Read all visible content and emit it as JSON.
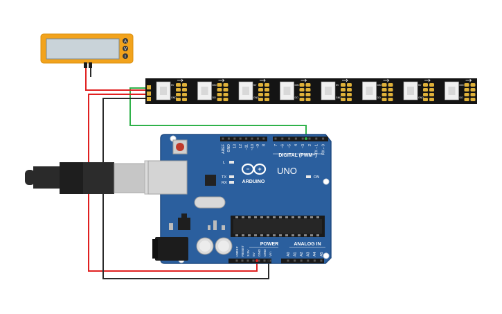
{
  "board": {
    "brand": "ARDUINO",
    "model": "UNO",
    "on_label": "ON",
    "l_label": "L",
    "tx_label": "TX",
    "rx_label": "RX",
    "digital_label": "DIGITAL (PWM~)",
    "power_label": "POWER",
    "analog_label": "ANALOG IN",
    "digital_pins": [
      "AREF",
      "GND",
      "13",
      "12",
      "~11",
      "~10",
      "~9",
      "8",
      "7",
      "~6",
      "~5",
      "4",
      "~3",
      "2",
      "TX→1",
      "RX←0"
    ],
    "power_pins": [
      "IOREF",
      "RESET",
      "3.3V",
      "5V",
      "GND",
      "GND",
      "Vin"
    ],
    "analog_pins": [
      "A0",
      "A1",
      "A2",
      "A3",
      "A4",
      "A5"
    ],
    "colors": {
      "pcb": "#2b5f9e",
      "pcb_edge": "#1f4a80",
      "header": "#1a1a1a",
      "chip": "#222222"
    }
  },
  "power_supply": {
    "buttons": [
      "A",
      "V",
      "I"
    ],
    "colors": {
      "body": "#f2a31c",
      "screen": "#c9d3d9"
    }
  },
  "led_strip": {
    "pixel_labels": [
      "DIN",
      "5V",
      "GND",
      "DO"
    ],
    "colors": {
      "strip": "#141414",
      "pad": "#e0b23a",
      "led": "#f0f0f0"
    }
  },
  "wires": {
    "colors": {
      "power": "#e02020",
      "ground": "#2a2a2a",
      "data": "#2fb24a"
    }
  },
  "usb": {
    "colors": {
      "plug": "#2a2a2a",
      "shell": "#c8c8c8"
    }
  }
}
